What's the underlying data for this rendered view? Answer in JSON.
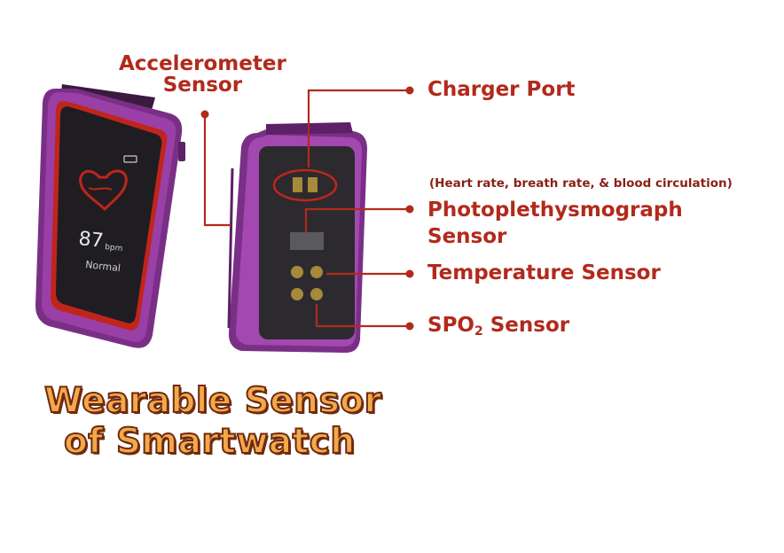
{
  "labels": {
    "accelerometer_line1": "Accelerometer",
    "accelerometer_line2": "Sensor",
    "charger_port": "Charger Port",
    "ppg_note": "(Heart rate, breath rate, & blood circulation)",
    "ppg_line1": "Photoplethysmograph",
    "ppg_line2": "Sensor",
    "temperature": "Temperature Sensor",
    "spo2_prefix": "SPO",
    "spo2_subscript": "2",
    "spo2_suffix": " Sensor"
  },
  "watch_screen": {
    "heart_rate_value": "87",
    "heart_rate_unit": "bpm",
    "status": "Normal"
  },
  "title": {
    "line1": "Wearable Sensor",
    "line2": "of Smartwatch"
  },
  "colors": {
    "accent_red": "#b22a1c",
    "frame_purple": "#7a2f86",
    "title_orange": "#f3a84a",
    "title_outline": "#6e2a10"
  }
}
